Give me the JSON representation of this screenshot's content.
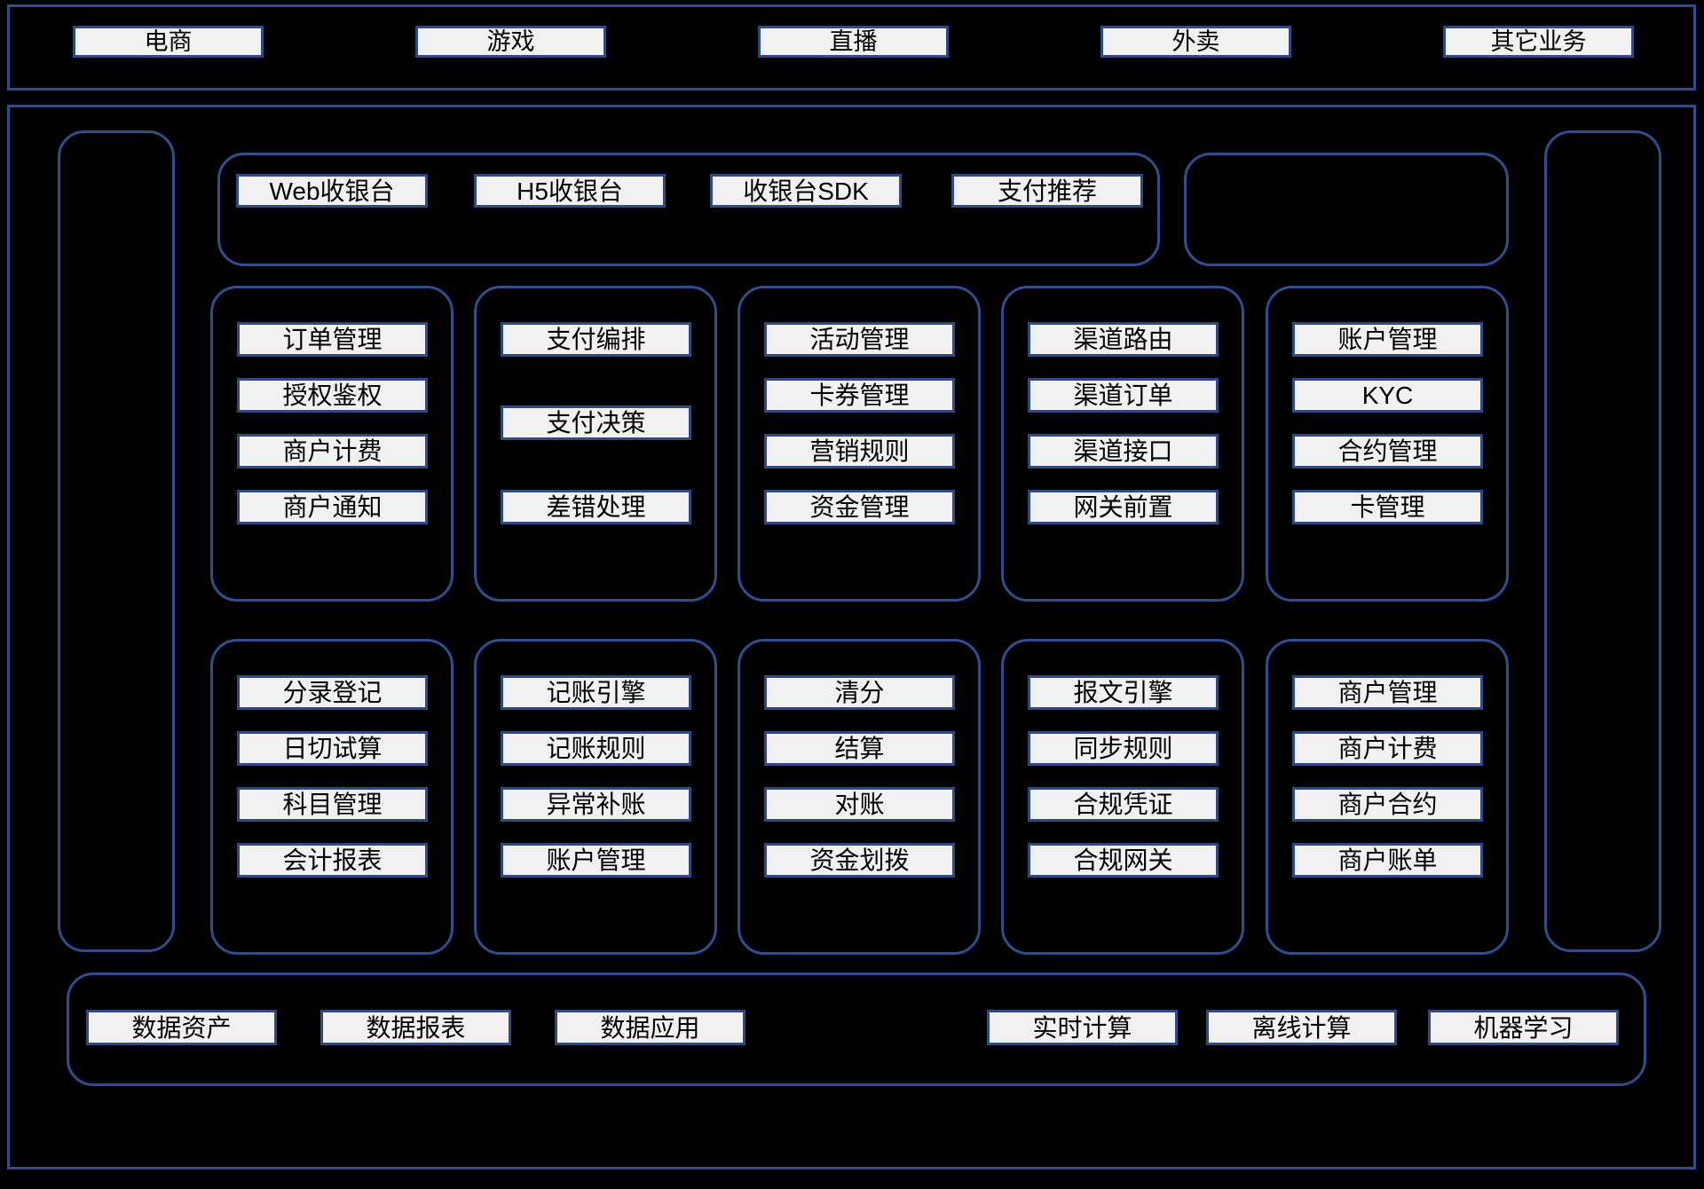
{
  "business_layer": {
    "items": [
      "电商",
      "游戏",
      "直播",
      "外卖",
      "其它业务"
    ]
  },
  "access_layer": {
    "items": [
      "Web收银台",
      "H5收银台",
      "收银台SDK",
      "支付推荐"
    ]
  },
  "grid": {
    "row1": [
      {
        "items": [
          "订单管理",
          "授权鉴权",
          "商户计费",
          "商户通知"
        ]
      },
      {
        "items": [
          "支付编排",
          "支付决策",
          "差错处理"
        ]
      },
      {
        "items": [
          "活动管理",
          "卡券管理",
          "营销规则",
          "资金管理"
        ]
      },
      {
        "items": [
          "渠道路由",
          "渠道订单",
          "渠道接口",
          "网关前置"
        ]
      },
      {
        "items": [
          "账户管理",
          "KYC",
          "合约管理",
          "卡管理"
        ]
      }
    ],
    "row2": [
      {
        "items": [
          "分录登记",
          "日切试算",
          "科目管理",
          "会计报表"
        ]
      },
      {
        "items": [
          "记账引擎",
          "记账规则",
          "异常补账",
          "账户管理"
        ]
      },
      {
        "items": [
          "清分",
          "结算",
          "对账",
          "资金划拨"
        ]
      },
      {
        "items": [
          "报文引擎",
          "同步规则",
          "合规凭证",
          "合规网关"
        ]
      },
      {
        "items": [
          "商户管理",
          "商户计费",
          "商户合约",
          "商户账单"
        ]
      }
    ]
  },
  "data_layer": {
    "items": [
      "数据资产",
      "数据报表",
      "数据应用",
      "实时计算",
      "离线计算",
      "机器学习"
    ]
  },
  "colors": {
    "background": "#000000",
    "container_border": "#2e4e8f",
    "box_border": "#2d4a85",
    "box_fill": "#f1f1f1",
    "box_text": "#000000"
  }
}
